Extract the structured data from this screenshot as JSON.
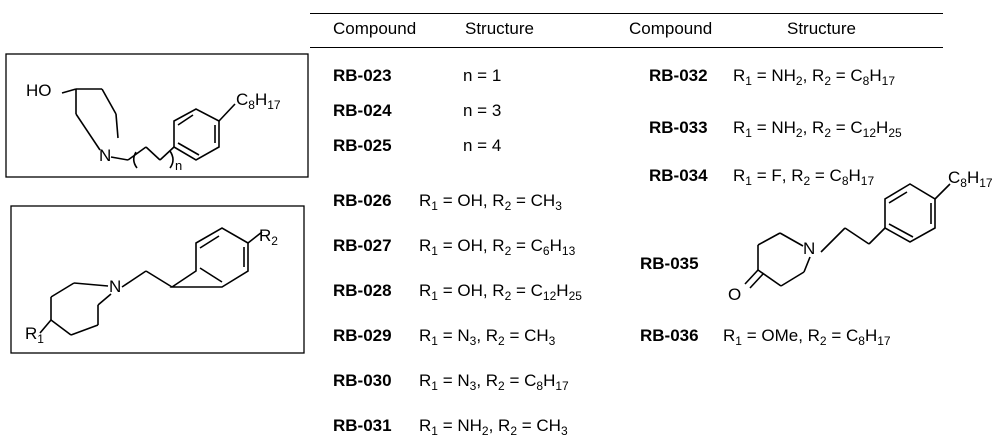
{
  "headers": {
    "compound_left": "Compound",
    "structure_left": "Structure",
    "compound_right": "Compound",
    "structure_right": "Structure"
  },
  "scaffold1": {
    "hydroxyl_label": "HO",
    "nitrogen_label": "N",
    "index_label": "n",
    "substituent_label": {
      "base": "C",
      "sub1": "8",
      "mid": "H",
      "sub2": "17"
    }
  },
  "scaffold2": {
    "nitrogen_label": "N",
    "r1_label": {
      "base": "R",
      "sub": "1"
    },
    "r2_label": {
      "base": "R",
      "sub": "2"
    }
  },
  "left_rows": [
    {
      "id": "RB-023",
      "text": "n = 1"
    },
    {
      "id": "RB-024",
      "text": "n = 3"
    },
    {
      "id": "RB-025",
      "text": "n = 4"
    },
    {
      "id": "RB-026",
      "r1": "OH",
      "r1sub": "",
      "r2base": "CH",
      "r2sub": "3",
      "r2mid": "",
      "r2sub2": ""
    },
    {
      "id": "RB-027",
      "r1": "OH",
      "r1sub": "",
      "r2base": "C",
      "r2sub": "6",
      "r2mid": "H",
      "r2sub2": "13"
    },
    {
      "id": "RB-028",
      "r1": "OH",
      "r1sub": "",
      "r2base": "C",
      "r2sub": "12",
      "r2mid": "H",
      "r2sub2": "25"
    },
    {
      "id": "RB-029",
      "r1": "N",
      "r1sub": "3",
      "r2base": "CH",
      "r2sub": "3",
      "r2mid": "",
      "r2sub2": ""
    },
    {
      "id": "RB-030",
      "r1": "N",
      "r1sub": "3",
      "r2base": "C",
      "r2sub": "8",
      "r2mid": "H",
      "r2sub2": "17"
    },
    {
      "id": "RB-031",
      "r1": "NH",
      "r1sub": "2",
      "r2base": "CH",
      "r2sub": "3",
      "r2mid": "",
      "r2sub2": ""
    }
  ],
  "right_rows": [
    {
      "id": "RB-032",
      "r1": "NH",
      "r1sub": "2",
      "r2base": "C",
      "r2sub": "8",
      "r2mid": "H",
      "r2sub2": "17"
    },
    {
      "id": "RB-033",
      "r1": "NH",
      "r1sub": "2",
      "r2base": "C",
      "r2sub": "12",
      "r2mid": "H",
      "r2sub2": "25"
    },
    {
      "id": "RB-034",
      "r1": "F",
      "r1sub": "",
      "r2base": "C",
      "r2sub": "8",
      "r2mid": "H",
      "r2sub2": "17"
    },
    {
      "id": "RB-035"
    },
    {
      "id": "RB-036",
      "r1": "OMe",
      "r1sub": "",
      "r2base": "C",
      "r2sub": "8",
      "r2mid": "H",
      "r2sub2": "17"
    }
  ],
  "rb035_structure": {
    "nitrogen_label": "N",
    "oxygen_label": "O",
    "substituent_label": {
      "base": "C",
      "sub1": "8",
      "mid": "H",
      "sub2": "17"
    }
  },
  "symbols": {
    "R1": "R",
    "R2": "R",
    "sub1": "1",
    "sub2": "2",
    "eq": " = ",
    "sep": ", "
  }
}
